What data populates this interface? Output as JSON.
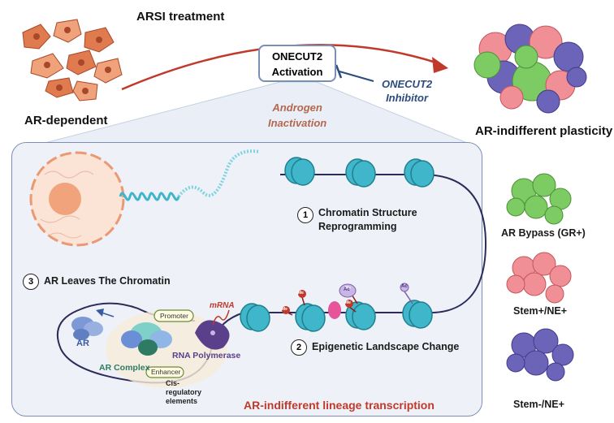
{
  "labels": {
    "arsi_treatment": "ARSI treatment",
    "ar_dependent": "AR-dependent",
    "onecut2_activation_line1": "ONECUT2",
    "onecut2_activation_line2": "Activation",
    "onecut2_inhibitor_line1": "ONECUT2",
    "onecut2_inhibitor_line2": "Inhibitor",
    "androgen_inactivation_line1": "Androgen",
    "androgen_inactivation_line2": "Inactivation",
    "ar_indifferent_plasticity": "AR-indifferent plasticity",
    "ar_bypass": "AR Bypass (GR+)",
    "stem_ne_pos": "Stem+/NE+",
    "stem_neg_ne_pos": "Stem-/NE+",
    "step1_num": "1",
    "step1_line1": "Chromatin Structure",
    "step1_line2": "Reprogramming",
    "step2_num": "2",
    "step2_label": "Epigenetic Landscape Change",
    "step3_num": "3",
    "step3_label": "AR Leaves The Chromatin",
    "mrna": "mRNA",
    "promoter": "Promoter",
    "ar": "AR",
    "ar_complex": "AR Complex",
    "rna_polymerase": "RNA Polymerase",
    "enhancer": "Enhancer",
    "cis_line1": "Cis-",
    "cis_line2": "regulatory",
    "cis_line3": "elements",
    "lineage_transcription": "AR-indifferent lineage transcription",
    "me": "Me",
    "ac": "Ac"
  },
  "colors": {
    "arrow_red": "#c0392b",
    "panel_border": "#7a8fb5",
    "nucleosome": "#3fb6c9",
    "inhibitor_blue": "#2b4c7e",
    "lineage_red": "#c0392b",
    "androgen_orange": "#b5674d",
    "green_cells": "#7ccc63",
    "pink_cells": "#f08f95",
    "purple_cells": "#6c64b8",
    "orange_cells": "#e07a4f"
  }
}
